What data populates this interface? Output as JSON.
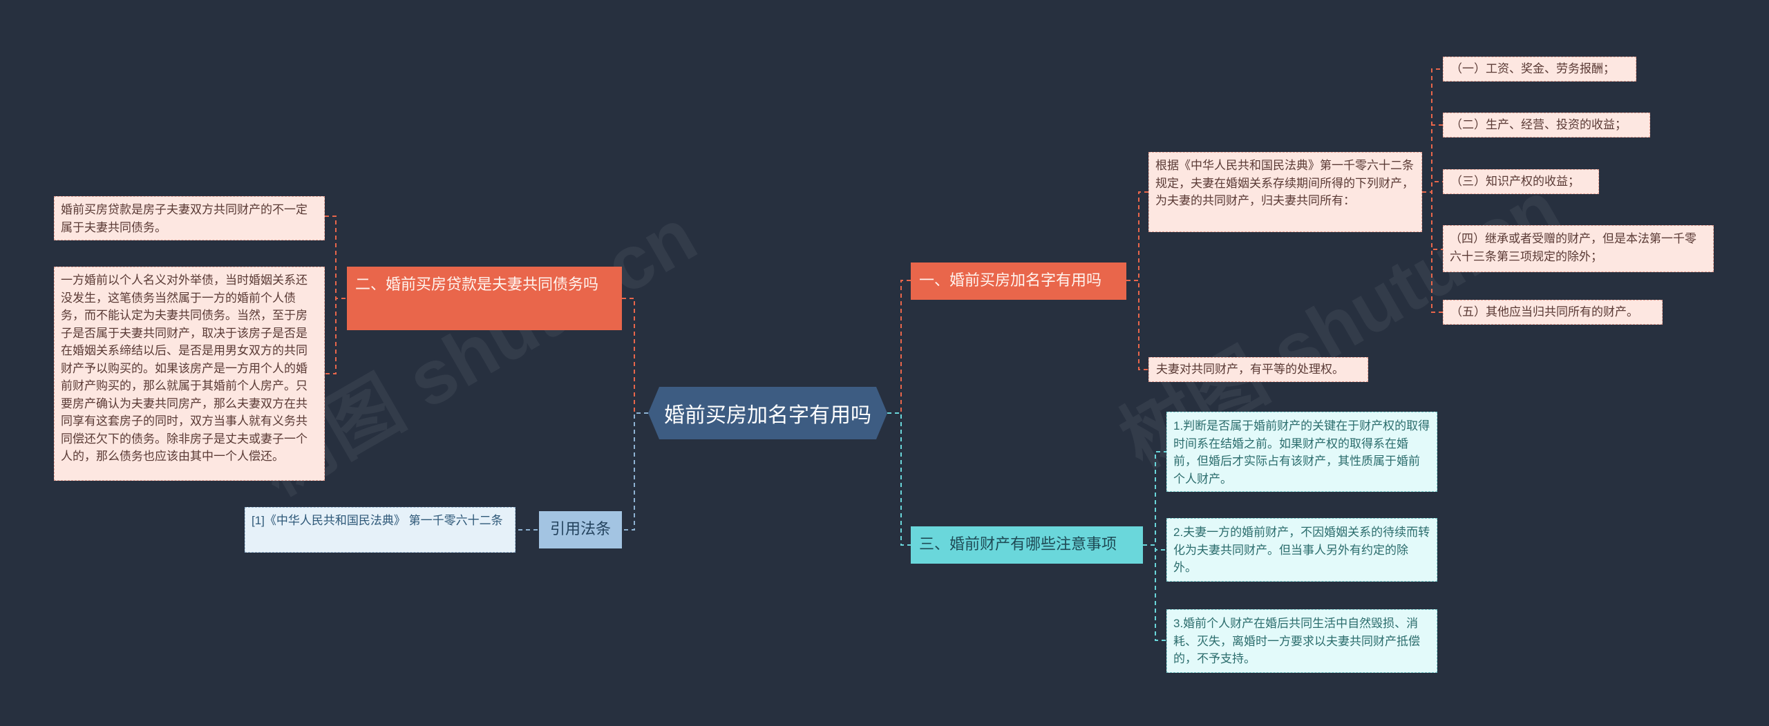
{
  "root": {
    "label": "婚前买房加名字有用吗"
  },
  "branch_left_1": {
    "label": "二、婚前买房贷款是夫妻共同债务吗",
    "leaves": [
      "婚前买房贷款是房子夫妻双方共同财产的不一定属于夫妻共同债务。",
      "一方婚前以个人名义对外举债，当时婚姻关系还没发生，这笔债务当然属于一方的婚前个人债务，而不能认定为夫妻共同债务。当然，至于房子是否属于夫妻共同财产，取决于该房子是否是在婚姻关系缔结以后、是否是用男女双方的共同财产予以购买的。如果该房产是一方用个人的婚前财产购买的，那么就属于其婚前个人房产。只要房产确认为夫妻共同房产，那么夫妻双方在共同享有这套房子的同时，双方当事人就有义务共同偿还欠下的债务。除非房子是丈夫或妻子一个人的，那么债务也应该由其中一个人偿还。"
    ]
  },
  "branch_left_2": {
    "label": "引用法条",
    "leaves": [
      "[1]《中华人民共和国民法典》 第一千零六十二条"
    ]
  },
  "branch_right_1": {
    "label": "一、婚前买房加名字有用吗",
    "sub": {
      "text": "根据《中华人民共和国民法典》第一千零六十二条规定，夫妻在婚姻关系存续期间所得的下列财产，为夫妻的共同财产，归夫妻共同所有：",
      "items": [
        "（一）工资、奖金、劳务报酬；",
        "（二）生产、经营、投资的收益；",
        "（三）知识产权的收益；",
        "（四）继承或者受赠的财产，但是本法第一千零六十三条第三项规定的除外；",
        "（五）其他应当归共同所有的财产。"
      ]
    },
    "leaves": [
      "夫妻对共同财产，有平等的处理权。"
    ]
  },
  "branch_right_2": {
    "label": "三、婚前财产有哪些注意事项",
    "leaves": [
      "1.判断是否属于婚前财产的关键在于财产权的取得时间系在结婚之前。如果财产权的取得系在婚前，但婚后才实际占有该财产，其性质属于婚前个人财产。",
      "2.夫妻一方的婚前财产，不因婚姻关系的待续而转化为夫妻共同财产。但当事人另外有约定的除外。",
      "3.婚前个人财产在婚后共同生活中自然毁损、消耗、灭失，离婚时一方要求以夫妻共同财产抵偿的，不予支持。"
    ]
  },
  "colors": {
    "background": "#27303f",
    "root": "#3d5c82",
    "red_branch": "#e9664b",
    "cyan_branch": "#6ad7db",
    "blue_branch": "#a3c4e2",
    "pink_leaf": "#fde7e1",
    "cyan_leaf": "#e3fafa",
    "blue_leaf": "#e6f1f9"
  }
}
